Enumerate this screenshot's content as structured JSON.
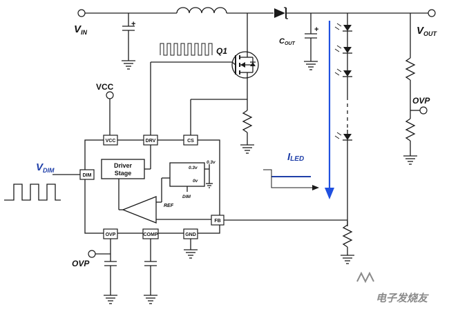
{
  "labels": {
    "vin_main": "V",
    "vin_sub": "IN",
    "vout_main": "V",
    "vout_sub": "OUT",
    "cout_main": "C",
    "cout_sub": "OUT",
    "q1": "Q1",
    "vcc": "VCC",
    "ovp_right": "OVP",
    "ovp_left": "OVP",
    "vdim_main": "V",
    "vdim_sub": "DIM",
    "iled_main": "I",
    "iled_sub": "LED",
    "driver_line1": "Driver",
    "driver_line2": "Stage",
    "ref": "REF",
    "dim_inner": "DIM",
    "v03a": "0.3v",
    "v03b": "0.3v",
    "v0": "0v",
    "plus_cin": "+",
    "plus_cout": "+"
  },
  "pins": {
    "vcc": "VCC",
    "drv": "DRV",
    "cs": "CS",
    "dim": "DIM",
    "fb": "FB",
    "ovp": "OVP",
    "comp": "COMP",
    "gnd": "GND"
  },
  "watermark": "电子发烧友",
  "colors": {
    "line": "#1a1a1a",
    "accent_blue": "#1f3fa8",
    "arrow_blue": "#2050e0"
  }
}
